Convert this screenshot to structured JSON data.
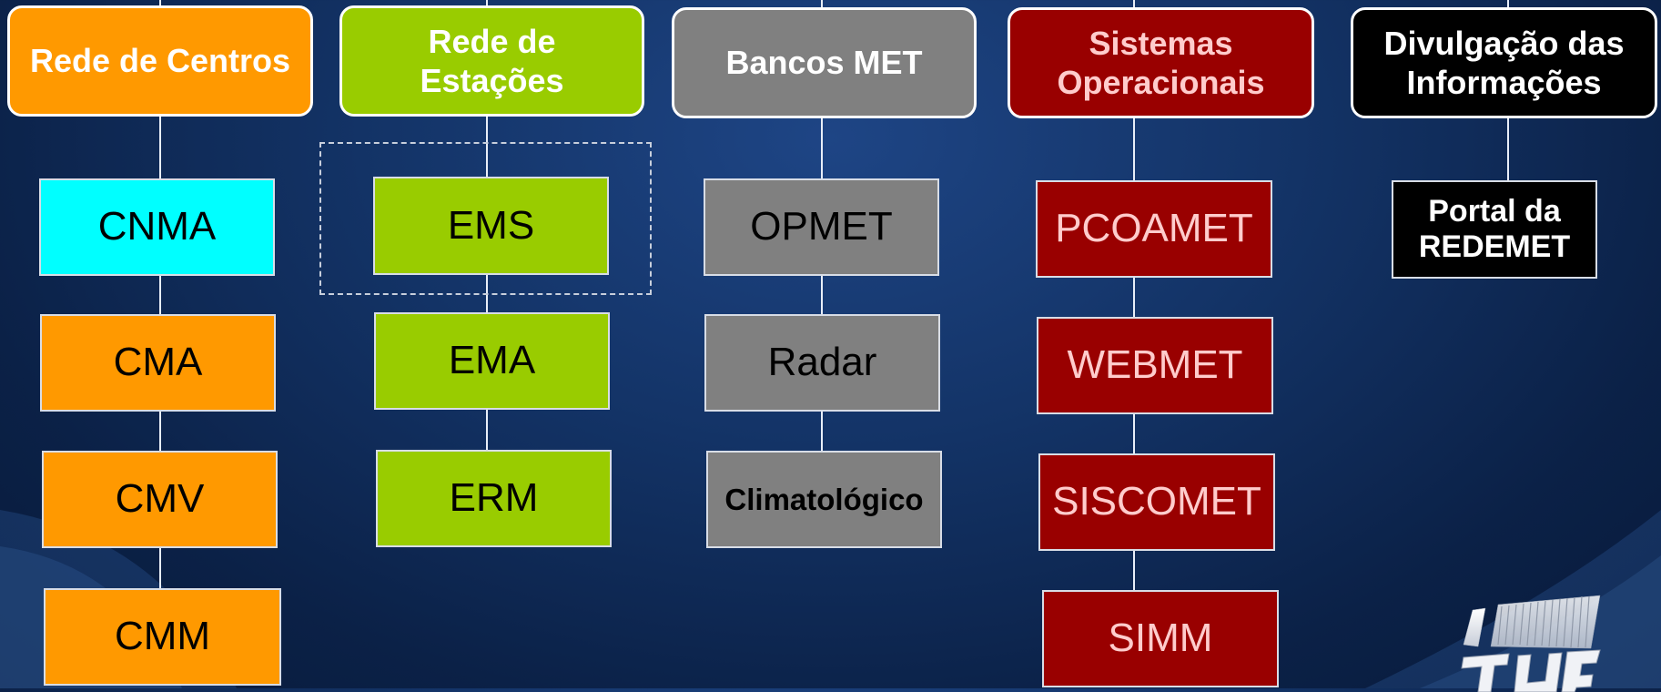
{
  "diagram": {
    "columns": [
      {
        "header": "Rede de Centros",
        "header_color": "#ff9900",
        "items": [
          "CNMA",
          "CMA",
          "CMV",
          "CMM"
        ],
        "item_colors": [
          "#00ffff",
          "#ff9900",
          "#ff9900",
          "#ff9900"
        ]
      },
      {
        "header": "Rede de Estações",
        "header_color": "#99cc00",
        "items": [
          "EMS",
          "EMA",
          "ERM"
        ],
        "item_colors": [
          "#99cc00",
          "#99cc00",
          "#99cc00"
        ]
      },
      {
        "header": "Bancos MET",
        "header_color": "#808080",
        "items": [
          "OPMET",
          "Radar",
          "Climatológico"
        ],
        "item_colors": [
          "#808080",
          "#808080",
          "#808080"
        ]
      },
      {
        "header": "Sistemas Operacionais",
        "header_color": "#990000",
        "items": [
          "PCOAMET",
          "WEBMET",
          "SISCOMET",
          "SIMM"
        ],
        "item_colors": [
          "#990000",
          "#990000",
          "#990000",
          "#990000"
        ]
      },
      {
        "header": "Divulgação das Informações",
        "header_color": "#000000",
        "items": [
          "Portal da REDEMET"
        ],
        "item_colors": [
          "#000000"
        ]
      }
    ],
    "highlighted_item": "EMS"
  }
}
